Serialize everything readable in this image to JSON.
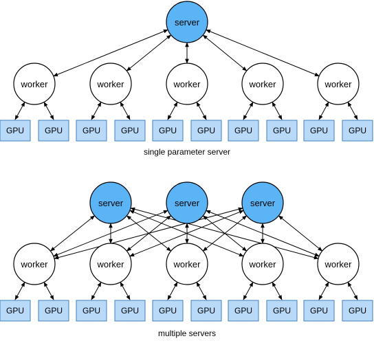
{
  "colors": {
    "server_fill": "#5ab4f5",
    "worker_fill": "#ffffff",
    "gpu_fill": "#b8d9f8",
    "gpu_stroke": "#3f7fbf",
    "stroke": "#000000"
  },
  "labels": {
    "server": "server",
    "worker": "worker",
    "gpu": "GPU"
  },
  "captions": {
    "top": "single parameter server",
    "bottom": "multiple servers"
  }
}
